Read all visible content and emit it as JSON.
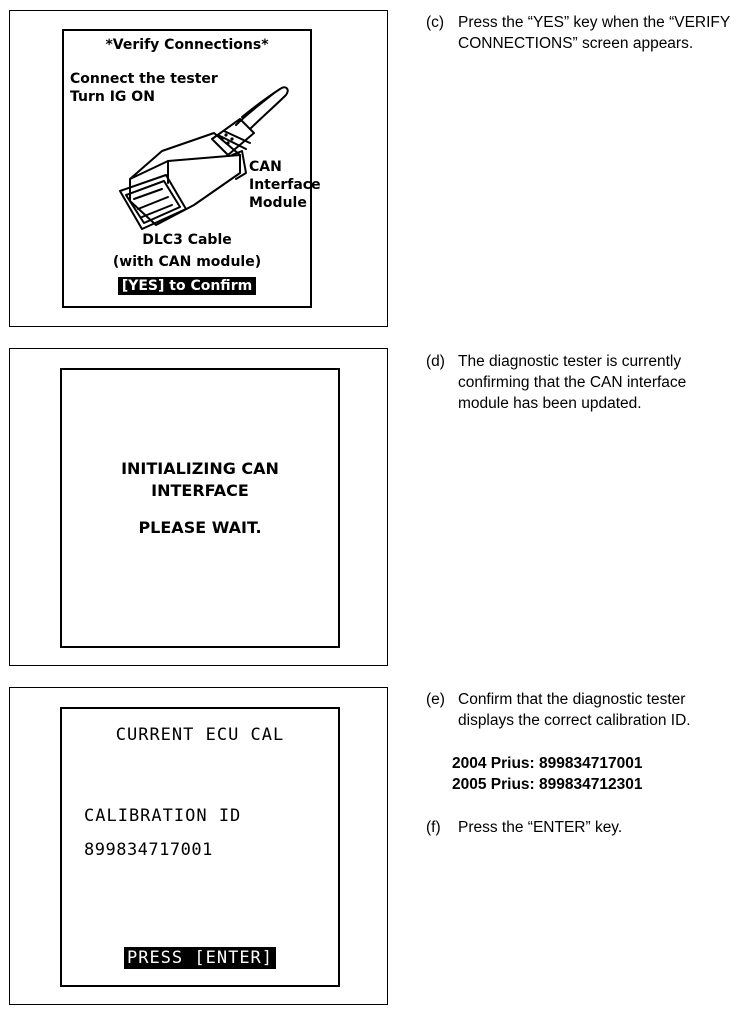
{
  "panel_c": {
    "title": "*Verify Connections*",
    "line1": "Connect the tester",
    "line2": "Turn IG ON",
    "module_label": [
      "CAN",
      "Interface",
      "Module"
    ],
    "cable_label": "DLC3 Cable",
    "cable_sub": "(with CAN module)",
    "confirm_button": "[YES] to Confirm"
  },
  "panel_d": {
    "line1": "INITIALIZING CAN",
    "line2": "INTERFACE",
    "line3": "PLEASE WAIT."
  },
  "panel_e": {
    "title": "CURRENT ECU CAL",
    "label": "CALIBRATION ID",
    "value": "899834717001",
    "enter_button": "PRESS [ENTER]"
  },
  "steps": {
    "c": {
      "letter": "(c)",
      "text": "Press the “YES” key when the “VERIFY CONNECTIONS” screen appears."
    },
    "d": {
      "letter": "(d)",
      "text": "The diagnostic tester is currently confirming that the CAN interface module has been updated."
    },
    "e": {
      "letter": "(e)",
      "text": "Confirm that the diagnostic tester displays the correct calibration ID."
    },
    "ids": [
      "2004 Prius: 899834717001",
      "2005 Prius: 899834712301"
    ],
    "f": {
      "letter": "(f)",
      "text": "Press the “ENTER” key."
    }
  }
}
